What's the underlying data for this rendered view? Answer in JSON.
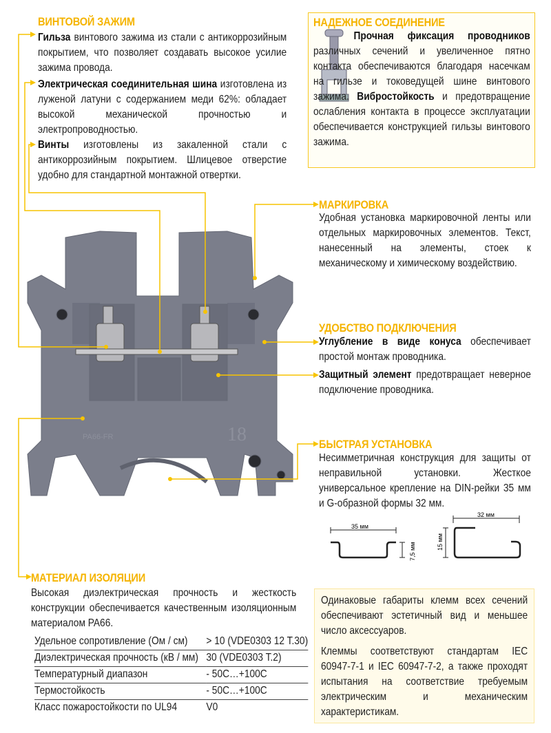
{
  "screw_clamp": {
    "title": "ВИНТОВОЙ ЗАЖИМ",
    "items": [
      {
        "lead": "Гильза",
        "text": " винтового зажима из стали с антикоррозийным покрытием, что позволяет создавать высокое усилие зажима провода."
      },
      {
        "lead": "Электрическая соединительная шина",
        "text": " изготовлена из луженой латуни с содержанием меди 62%: обладает высокой механической прочностью и электропроводностью."
      },
      {
        "lead": "Винты",
        "text": " изготовлены из закаленной стали с антикоррозийным покрытием. Шлицевое отверстие удобно для стандартной монтажной отвертки."
      }
    ]
  },
  "reliable_connection": {
    "title": "НАДЕЖНОЕ СОЕДИНЕНИЕ",
    "lead1": "Прочная фиксация проводников",
    "text1": " различных сечений и увеличенное пятно контакта обеспечиваются благодаря насечкам на гильзе и токоведущей шине винтового зажима.",
    "lead2": "Вибростойкость",
    "text2": " и предотвращение ослабления контакта в процессе эксплуатации обеспечивается конструкцией гильзы винтового зажима."
  },
  "marking": {
    "title": "МАРКИРОВКА",
    "text": "Удобная установка маркировочной ленты или отдельных маркировочных элементов. Текст, нанесенный на элементы, стоек к механическому и химическому воздействию."
  },
  "connection": {
    "title": "УДОБСТВО ПОДКЛЮЧЕНИЯ",
    "items": [
      {
        "lead": "Углубление в виде конуса",
        "text": " обеспечивает простой монтаж проводника."
      },
      {
        "lead": "Защитный элемент",
        "text": " предотвращает неверное подключение проводника."
      }
    ]
  },
  "installation": {
    "title": "БЫСТРАЯ УСТАНОВКА",
    "text": "Несимметричная конструкция для защиты от неправильной установки. Жесткое универсальное крепление на DIN-рейки 35 мм и G-образной формы 32 мм.",
    "din_width": "35 мм",
    "din_height": "7,5 мм",
    "g_width": "32 мм",
    "g_height": "15 мм"
  },
  "product_marks": {
    "material": "PA66-FR",
    "size": "18"
  },
  "insulation": {
    "title": "МАТЕРИАЛ ИЗОЛЯЦИИ",
    "text": "Высокая диэлектрическая прочность и жесткость конструкции обеспечивается качественным изоляционным материалом PA66.",
    "rows": [
      {
        "name": "Удельное сопротивление (Ом / см)",
        "value": "> 10 (VDE0303 12 T.30)"
      },
      {
        "name": "Диэлектрическая прочность (кВ / мм)",
        "value": " 30 (VDE0303 T.2)"
      },
      {
        "name": "Температурный диапазон",
        "value": "- 50C…+100C"
      },
      {
        "name": "Термостойкость",
        "value": "- 50C…+100C"
      },
      {
        "name": "Класс пожаростойкости по UL94",
        "value": "V0"
      }
    ]
  },
  "notes": {
    "p1": "Одинаковые габариты клемм всех сечений обеспечивают эстетичный вид и меньшее число аксессуаров.",
    "p2": "Клеммы соответствуют стандартам IEC 60947-7-1 и IEC 60947-7-2, а также проходят испытания на соответствие требуемым электрическим и механическим характеристикам."
  },
  "colors": {
    "accent": "#f5b400",
    "housing": "#7b7e8b"
  }
}
